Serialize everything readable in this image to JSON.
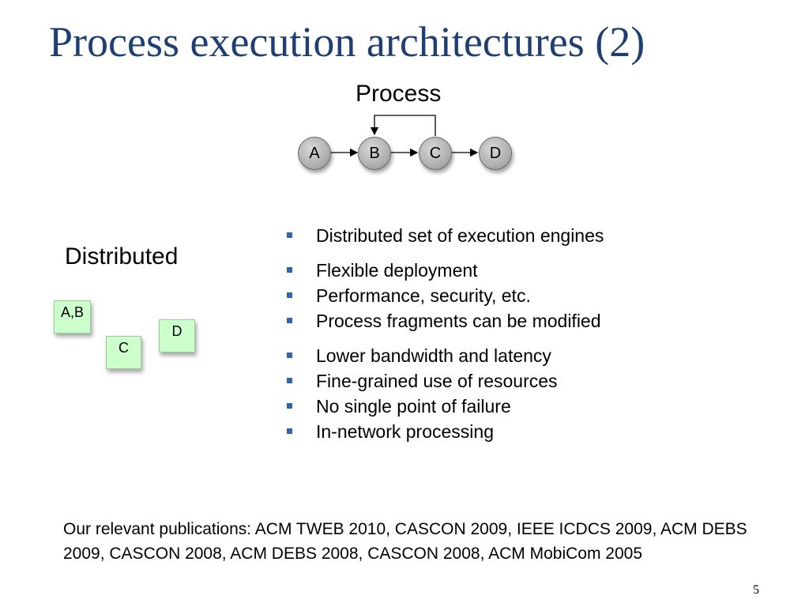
{
  "title": "Process execution architectures (2)",
  "process_diagram": {
    "label": "Process",
    "nodes": [
      "A",
      "B",
      "C",
      "D"
    ]
  },
  "distributed_diagram": {
    "label": "Distributed",
    "engines": [
      "A,B",
      "C",
      "D"
    ]
  },
  "bullets": [
    "Distributed set of execution engines",
    "Flexible deployment",
    "Performance, security, etc.",
    "Process fragments can be modified",
    "Lower bandwidth and latency",
    "Fine-grained use of resources",
    "No single point of failure",
    "In-network processing"
  ],
  "publications": "Our relevant publications: ACM TWEB 2010, CASCON 2009, IEEE ICDCS 2009, ACM DEBS 2009, CASCON 2008, ACM DEBS 2008, CASCON 2008, ACM MobiCom 2005",
  "page_number": "5",
  "colors": {
    "title": "#1f3f73",
    "bullet": "#2e64b0",
    "engine_fill": "#ccffcc"
  }
}
